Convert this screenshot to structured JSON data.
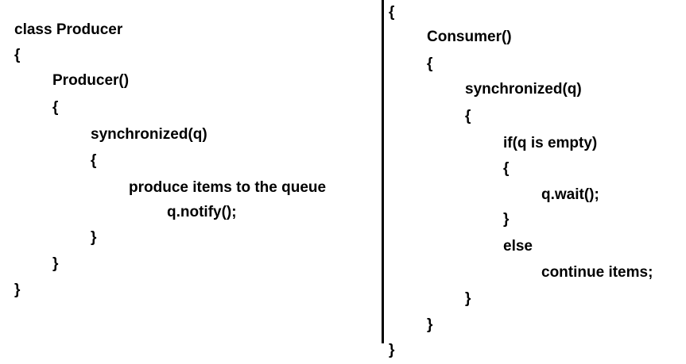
{
  "producer": {
    "lines": [
      {
        "indent": 0,
        "text": "class Producer"
      },
      {
        "indent": 0,
        "text": "{"
      },
      {
        "indent": 1,
        "text": "Producer()"
      },
      {
        "indent": 1,
        "text": "{"
      },
      {
        "indent": 2,
        "text": "synchronized(q)"
      },
      {
        "indent": 2,
        "text": "{"
      },
      {
        "indent": 3,
        "text": "produce items to the queue"
      },
      {
        "indent": 4,
        "text": "q.notify();"
      },
      {
        "indent": 2,
        "text": "}"
      },
      {
        "indent": 1,
        "text": "}"
      },
      {
        "indent": 0,
        "text": "}"
      }
    ]
  },
  "consumer": {
    "lines": [
      {
        "indent": 0,
        "text": "{"
      },
      {
        "indent": 1,
        "text": "Consumer()"
      },
      {
        "indent": 1,
        "text": "{"
      },
      {
        "indent": 2,
        "text": "synchronized(q)"
      },
      {
        "indent": 2,
        "text": "{"
      },
      {
        "indent": 3,
        "text": "if(q is empty)"
      },
      {
        "indent": 3,
        "text": "{"
      },
      {
        "indent": 4,
        "text": "q.wait();"
      },
      {
        "indent": 3,
        "text": "}"
      },
      {
        "indent": 3,
        "text": "else"
      },
      {
        "indent": 4,
        "text": "continue items;"
      },
      {
        "indent": 2,
        "text": "}"
      },
      {
        "indent": 1,
        "text": "}"
      },
      {
        "indent": 0,
        "text": "}"
      }
    ]
  }
}
